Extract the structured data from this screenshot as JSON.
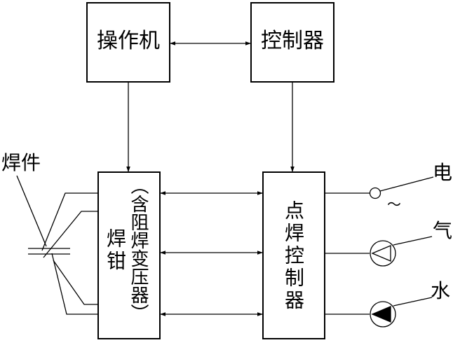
{
  "blocks": {
    "operator": "操作机",
    "controller": "控制器",
    "gun_left": "焊钳",
    "gun_right": "（含阻焊变压器）",
    "spot_controller": "点焊控制器"
  },
  "labels": {
    "workpiece": "焊件",
    "electric": "电",
    "ac_symbol": "～",
    "gas": "气",
    "water": "水"
  }
}
